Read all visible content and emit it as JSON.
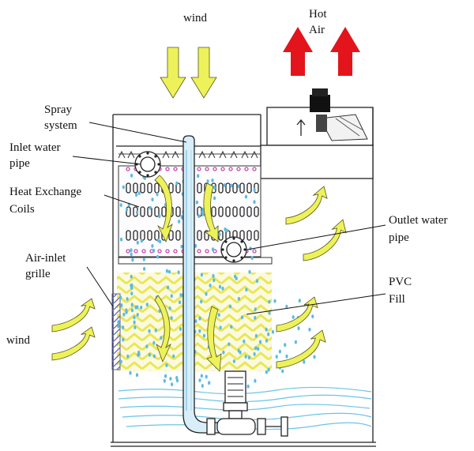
{
  "labels": {
    "wind_top": "wind",
    "hot_air_1": "Hot",
    "hot_air_2": "Air",
    "spray_1": "Spray",
    "spray_2": "system",
    "inlet_1": "Inlet water",
    "inlet_2": "pipe",
    "coils_1": "Heat Exchange",
    "coils_2": "Coils",
    "grille_1": "Air-inlet",
    "grille_2": "grille",
    "wind_left": "wind",
    "outlet_1": "Outlet water",
    "outlet_2": "pipe",
    "pvc_1": "PVC",
    "pvc_2": "Fill"
  },
  "colors": {
    "wind_arrow": "#eef25a",
    "hot_air_arrow": "#e3141b",
    "water": "#52b7e0",
    "outline": "#222222"
  }
}
